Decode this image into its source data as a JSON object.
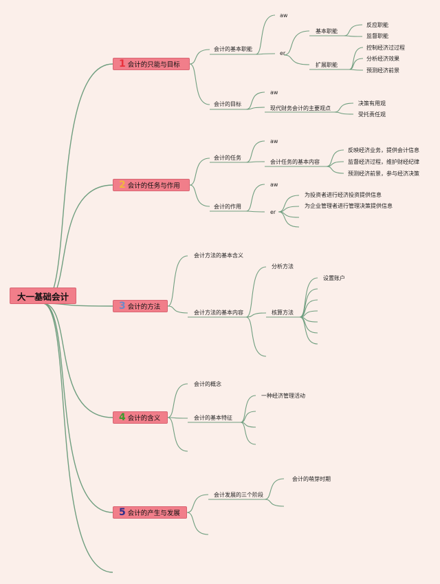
{
  "root": "大一基础会计",
  "colors": {
    "line": "#6f9e7f",
    "node": "#f17e8a",
    "n1": "#e8323c",
    "n2": "#f2b63f",
    "n3": "#6e89c8",
    "n4": "#3c9a2e",
    "n5": "#2f2f8a"
  },
  "branches": [
    {
      "num": "1",
      "title": "会计的只能与目标",
      "children": [
        {
          "label": "会计的基本职能",
          "children": [
            {
              "label": "aw"
            },
            {
              "label": "er",
              "children": [
                {
                  "label": "基本职能",
                  "children": [
                    {
                      "label": "反应职能"
                    },
                    {
                      "label": "监督职能"
                    }
                  ]
                },
                {
                  "label": "扩展职能",
                  "children": [
                    {
                      "label": "控制经济过过程"
                    },
                    {
                      "label": "分析经济效果"
                    },
                    {
                      "label": "预测经济前景"
                    }
                  ]
                }
              ]
            }
          ]
        },
        {
          "label": "会计的目标",
          "children": [
            {
              "label": "aw"
            },
            {
              "label": "现代财务会计的主要观点",
              "children": [
                {
                  "label": "决策有用观"
                },
                {
                  "label": "受托责任观"
                }
              ]
            }
          ]
        }
      ]
    },
    {
      "num": "2",
      "title": "会计的任务与作用",
      "children": [
        {
          "label": "会计的任务",
          "children": [
            {
              "label": "aw"
            },
            {
              "label": "会计任务的基本内容",
              "children": [
                {
                  "label": "反映经济业务，提供会计信息"
                },
                {
                  "label": "监督经济过程，维护财经纪律"
                },
                {
                  "label": "预测经济前景，参与经济决策"
                }
              ]
            }
          ]
        },
        {
          "label": "会计的作用",
          "children": [
            {
              "label": "aw"
            },
            {
              "label": "er",
              "children": [
                {
                  "label": "为投资者进行经济投资提供信息"
                },
                {
                  "label": "为企业管理者进行管理决策提供信息"
                }
              ]
            }
          ]
        }
      ]
    },
    {
      "num": "3",
      "title": "会计的方法",
      "children": [
        {
          "label": "会计方法的基本含义"
        },
        {
          "label": "会计方法的基本内容",
          "children": [
            {
              "label": "分析方法"
            },
            {
              "label": "核算方法",
              "children": [
                {
                  "label": "设置账户"
                }
              ]
            }
          ]
        }
      ]
    },
    {
      "num": "4",
      "title": "会计的含义",
      "children": [
        {
          "label": "会计的概念"
        },
        {
          "label": "会计的基本特征",
          "children": [
            {
              "label": "一种经济管理活动"
            }
          ]
        }
      ]
    },
    {
      "num": "5",
      "title": "会计的产生与发展",
      "children": [
        {
          "label": "会计发展的三个阶段",
          "children": [
            {
              "label": "会计的萌芽时期"
            }
          ]
        }
      ]
    }
  ]
}
